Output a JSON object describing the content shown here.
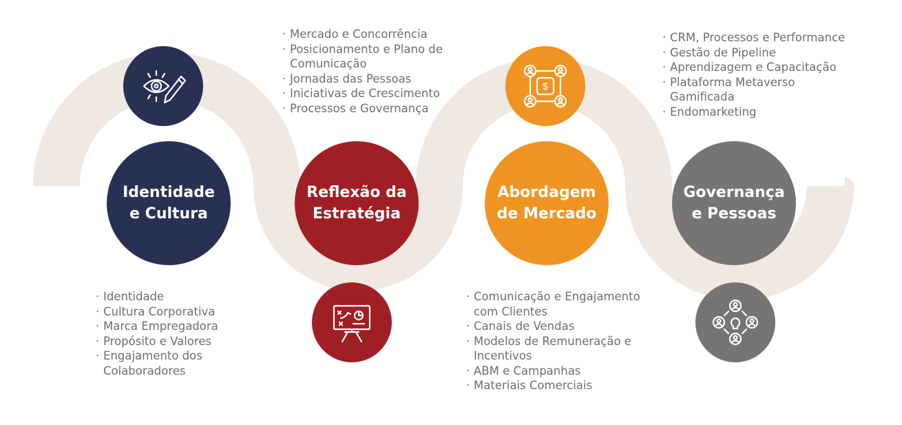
{
  "stages": [
    {
      "title_line1": "Identidade",
      "title_line2": "e Cultura",
      "color": "#283054",
      "icon": "eye-pencil-icon",
      "items": [
        "Identidade",
        "Cultura Corporativa",
        "Marca Empregadora",
        "Propósito e Valores",
        "Engajamento dos Colaboradores"
      ]
    },
    {
      "title_line1": "Reflexão da",
      "title_line2": "Estratégia",
      "color": "#a01f25",
      "icon": "strategy-board-icon",
      "items": [
        "Mercado e Concorrência",
        "Posicionamento e Plano de Comunicação",
        "Jornadas das Pessoas",
        "Iniciativas de Crescimento",
        "Processos e Governança"
      ]
    },
    {
      "title_line1": "Abordagem",
      "title_line2": "de Mercado",
      "color": "#ef9422",
      "icon": "money-network-icon",
      "items": [
        "Comunicação e Engajamento com Clientes",
        "Canais de Vendas",
        "Modelos de Remuneração e Incentivos",
        "ABM e Campanhas",
        "Materiais Comerciais"
      ]
    },
    {
      "title_line1": "Governança",
      "title_line2": "e Pessoas",
      "color": "#767474",
      "icon": "people-idea-icon",
      "items": [
        "CRM, Processos e Performance",
        "Gestão de Pipeline",
        "Aprendizagem e Capacitação",
        "Plataforma Metaverso Gamificada",
        "Endomarketing"
      ]
    }
  ],
  "wave_color": "#efe8e3"
}
